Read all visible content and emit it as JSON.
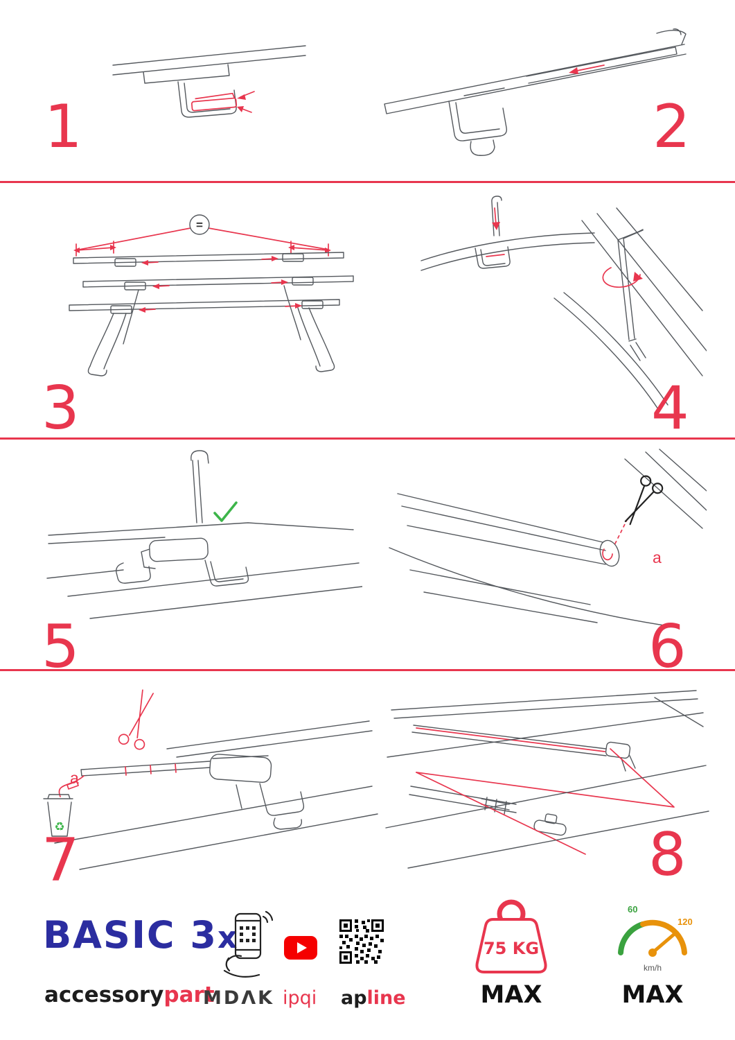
{
  "colors": {
    "accent_red": "#e8364e",
    "logo_blue": "#2b2da0",
    "check_green": "#3db54a",
    "speed_green": "#3aa23f",
    "speed_orange": "#e8920b",
    "youtube_red": "#f50000"
  },
  "steps": [
    {
      "number": "1"
    },
    {
      "number": "2"
    },
    {
      "number": "3"
    },
    {
      "number": "4"
    },
    {
      "number": "5"
    },
    {
      "number": "6"
    },
    {
      "number": "7"
    },
    {
      "number": "8"
    }
  ],
  "annotations": {
    "equal_sign": "=",
    "cut_label_step6": "a",
    "cut_label_step7": "a"
  },
  "icons": {
    "recycle_symbol": "♻"
  },
  "footer": {
    "product_name": "BASIC 3",
    "product_suffix": "x",
    "brand_part1": "accessory",
    "brand_part2": "part",
    "partner_mdak": "MDɅK",
    "partner_ipqi": "ipqi",
    "partner_ap_black": "ap",
    "partner_ap_red": "line",
    "weight_value": "75 KG",
    "weight_max_label": "MAX",
    "speed_tick_low": "60",
    "speed_tick_high": "120",
    "speed_unit": "km/h",
    "speed_max_label": "MAX"
  }
}
